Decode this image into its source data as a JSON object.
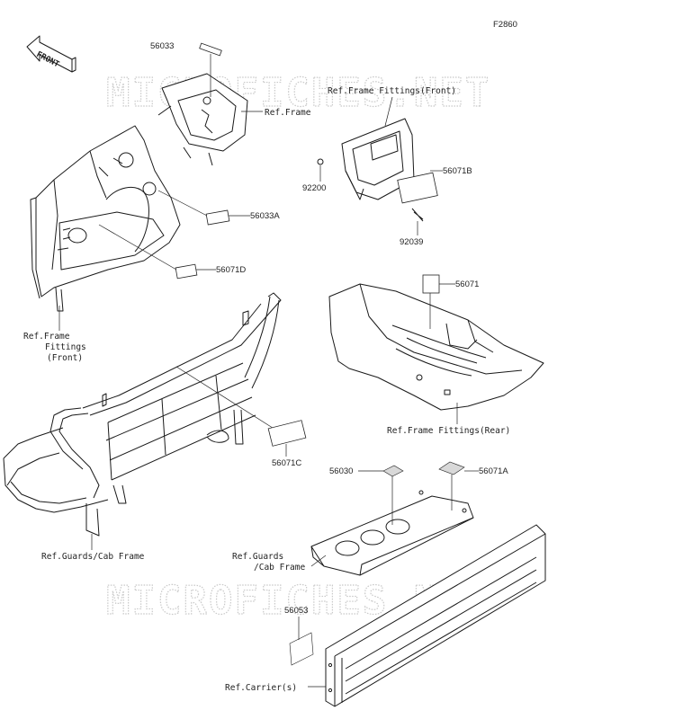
{
  "figure_code": "F2860",
  "front_label": "FRONT",
  "watermark": "MICROFICHES.NET",
  "parts": {
    "p56033": "56033",
    "p56033A": "56033A",
    "p56071D": "56071D",
    "p56071B": "56071B",
    "p92200": "92200",
    "p92039": "92039",
    "p56071": "56071",
    "p56071C": "56071C",
    "p56030": "56030",
    "p56071A": "56071A",
    "p56053": "56053"
  },
  "refs": {
    "ref_frame": "Ref.Frame",
    "ref_fittings_front_top": "Ref.Frame Fittings(Front)",
    "ref_fittings_front_left_1": "Ref.Frame",
    "ref_fittings_front_left_2": "Fittings",
    "ref_fittings_front_left_3": "(Front)",
    "ref_fittings_rear": "Ref.Frame Fittings(Rear)",
    "ref_guards_left": "Ref.Guards/Cab Frame",
    "ref_guards_mid_1": "Ref.Guards",
    "ref_guards_mid_2": "/Cab Frame",
    "ref_carrier": "Ref.Carrier(s)"
  }
}
